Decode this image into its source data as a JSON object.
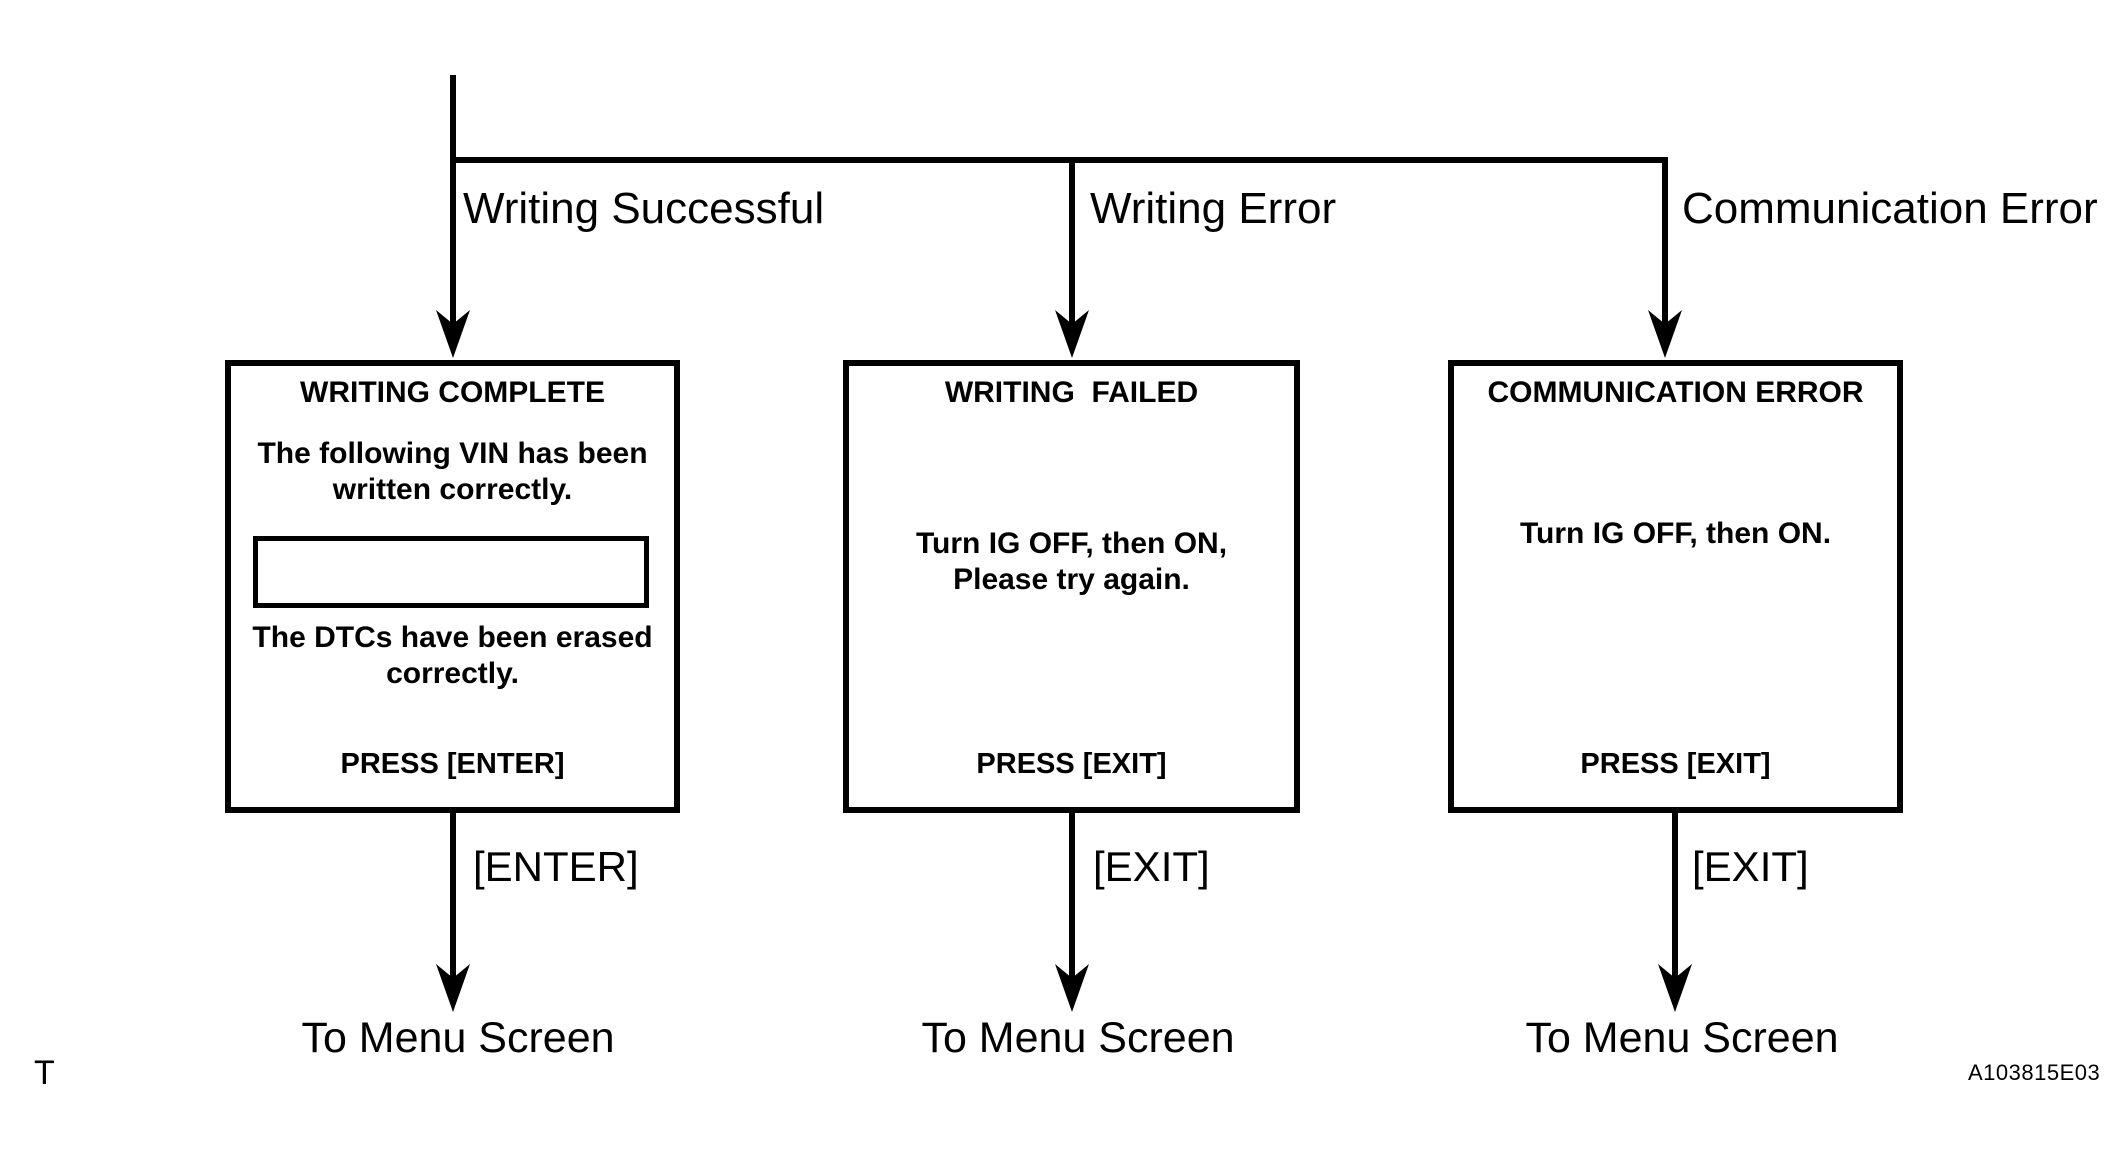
{
  "colors": {
    "line": "#000000",
    "background": "#ffffff",
    "text": "#000000"
  },
  "branches": [
    {
      "label": "Writing Successful"
    },
    {
      "label": "Writing Error"
    },
    {
      "label": "Communication Error"
    }
  ],
  "screens": [
    {
      "title": "WRITING COMPLETE",
      "message1": "The following VIN has been\nwritten correctly.",
      "vin_field_value": "",
      "message2": "The DTCs have been erased\ncorrectly.",
      "press_label": "PRESS [ENTER]",
      "key_label": "[ENTER]",
      "destination": "To Menu Screen"
    },
    {
      "title": "WRITING  FAILED",
      "message1": "Turn IG OFF, then ON,\nPlease try again.",
      "press_label": "PRESS [EXIT]",
      "key_label": "[EXIT]",
      "destination": "To Menu Screen"
    },
    {
      "title": "COMMUNICATION ERROR",
      "message1": "Turn IG OFF, then ON.",
      "press_label": "PRESS [EXIT]",
      "key_label": "[EXIT]",
      "destination": "To Menu Screen"
    }
  ],
  "footer": {
    "page_marker": "T",
    "figure_code": "A103815E03"
  }
}
